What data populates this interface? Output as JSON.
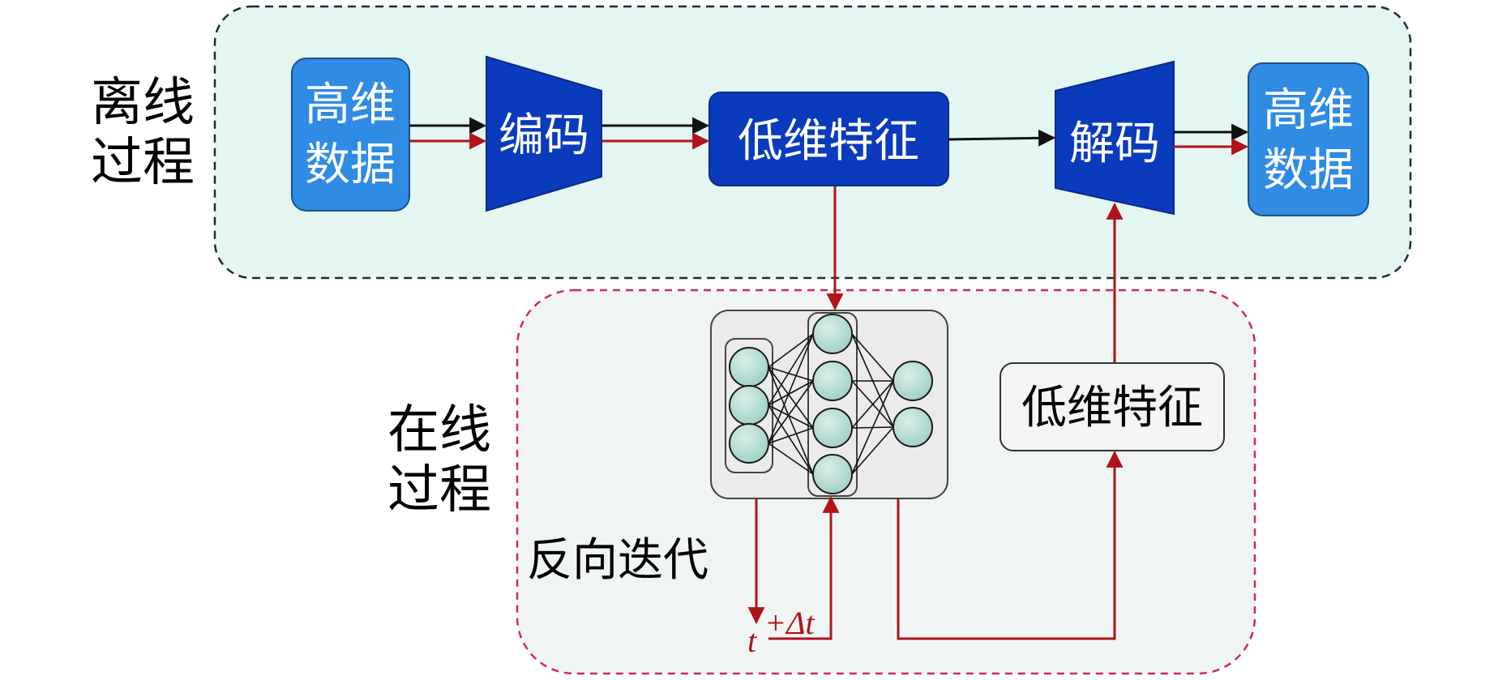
{
  "offline": {
    "label_line1": "离线",
    "label_line2": "过程",
    "input_box": {
      "line1": "高维",
      "line2": "数据"
    },
    "encoder": "编码",
    "latent": "低维特征",
    "decoder": "解码",
    "output_box": {
      "line1": "高维",
      "line2": "数据"
    }
  },
  "online": {
    "label_line1": "在线",
    "label_line2": "过程",
    "latent": "低维特征",
    "iteration_label": "反向迭代",
    "time_label": "t",
    "delta_label": "+Δt"
  },
  "colors": {
    "offline_bg": "#e3f6f2",
    "offline_border": "#1f2937",
    "online_bg": "#f0f5f4",
    "online_border": "#d22a4e",
    "dark_block": "#0b3bbd",
    "light_block": "#2f8be3",
    "arrow_red": "#b0131b",
    "arrow_black": "#111111",
    "neuron_fill": "#b9ddd4"
  }
}
